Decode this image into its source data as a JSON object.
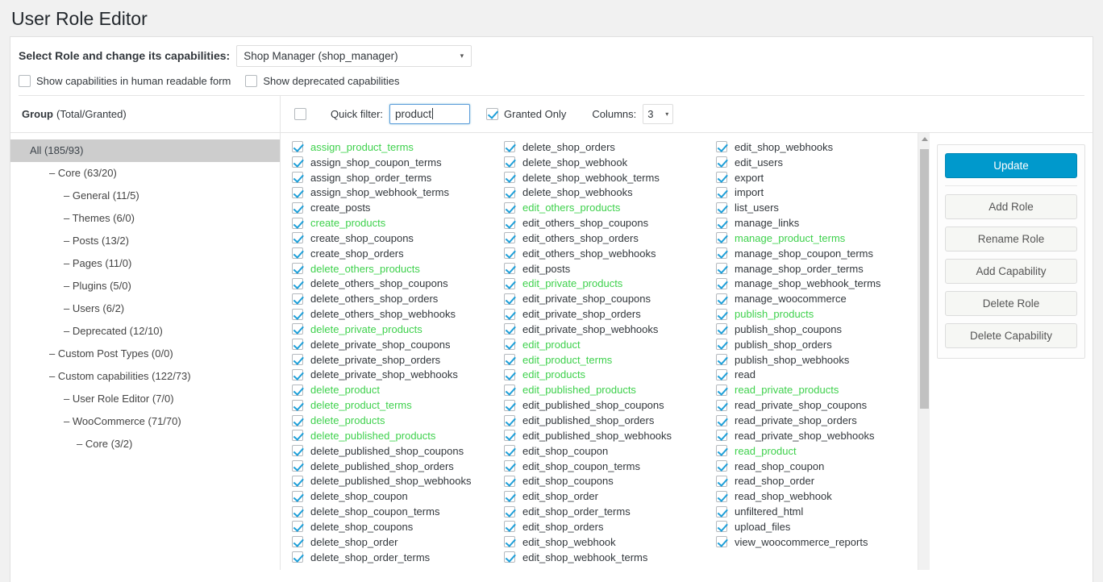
{
  "page": {
    "title": "User Role Editor"
  },
  "role": {
    "label": "Select Role and change its capabilities:",
    "selected": "Shop Manager (shop_manager)",
    "caret": "▾"
  },
  "options": [
    {
      "name": "show-human-readable",
      "label": "Show capabilities in human readable form",
      "checked": false
    },
    {
      "name": "show-deprecated",
      "label": "Show deprecated capabilities",
      "checked": false
    }
  ],
  "group_header": {
    "title": "Group",
    "subtitle": "(Total/Granted)"
  },
  "toolbar": {
    "select_all_checked": false,
    "quick_filter_label": "Quick filter:",
    "quick_filter_value": "product",
    "quick_filter_placeholder": "",
    "granted_only_label": "Granted Only",
    "granted_only_checked": true,
    "columns_label": "Columns:",
    "columns_value": "3",
    "columns_caret": "▾"
  },
  "tree": [
    {
      "label": "All (185/93)",
      "level": 0,
      "selected": true,
      "dash": false
    },
    {
      "label": "Core (63/20)",
      "level": 1,
      "selected": false,
      "dash": true
    },
    {
      "label": "General (11/5)",
      "level": 2,
      "selected": false,
      "dash": true
    },
    {
      "label": "Themes (6/0)",
      "level": 2,
      "selected": false,
      "dash": true
    },
    {
      "label": "Posts (13/2)",
      "level": 2,
      "selected": false,
      "dash": true
    },
    {
      "label": "Pages (11/0)",
      "level": 2,
      "selected": false,
      "dash": true
    },
    {
      "label": "Plugins (5/0)",
      "level": 2,
      "selected": false,
      "dash": true
    },
    {
      "label": "Users (6/2)",
      "level": 2,
      "selected": false,
      "dash": true
    },
    {
      "label": "Deprecated (12/10)",
      "level": 2,
      "selected": false,
      "dash": true
    },
    {
      "label": "Custom Post Types (0/0)",
      "level": 1,
      "selected": false,
      "dash": true
    },
    {
      "label": "Custom capabilities (122/73)",
      "level": 1,
      "selected": false,
      "dash": true
    },
    {
      "label": "User Role Editor (7/0)",
      "level": 2,
      "selected": false,
      "dash": true
    },
    {
      "label": "WooCommerce (71/70)",
      "level": 2,
      "selected": false,
      "dash": true
    },
    {
      "label": "Core (3/2)",
      "level": 3,
      "selected": false,
      "dash": true
    }
  ],
  "capabilities": {
    "columns": [
      [
        {
          "name": "assign_product_terms",
          "checked": true,
          "highlight": true
        },
        {
          "name": "assign_shop_coupon_terms",
          "checked": true,
          "highlight": false
        },
        {
          "name": "assign_shop_order_terms",
          "checked": true,
          "highlight": false
        },
        {
          "name": "assign_shop_webhook_terms",
          "checked": true,
          "highlight": false
        },
        {
          "name": "create_posts",
          "checked": true,
          "highlight": false
        },
        {
          "name": "create_products",
          "checked": true,
          "highlight": true
        },
        {
          "name": "create_shop_coupons",
          "checked": true,
          "highlight": false
        },
        {
          "name": "create_shop_orders",
          "checked": true,
          "highlight": false
        },
        {
          "name": "delete_others_products",
          "checked": true,
          "highlight": true
        },
        {
          "name": "delete_others_shop_coupons",
          "checked": true,
          "highlight": false
        },
        {
          "name": "delete_others_shop_orders",
          "checked": true,
          "highlight": false
        },
        {
          "name": "delete_others_shop_webhooks",
          "checked": true,
          "highlight": false
        },
        {
          "name": "delete_private_products",
          "checked": true,
          "highlight": true
        },
        {
          "name": "delete_private_shop_coupons",
          "checked": true,
          "highlight": false
        },
        {
          "name": "delete_private_shop_orders",
          "checked": true,
          "highlight": false
        },
        {
          "name": "delete_private_shop_webhooks",
          "checked": true,
          "highlight": false
        },
        {
          "name": "delete_product",
          "checked": true,
          "highlight": true
        },
        {
          "name": "delete_product_terms",
          "checked": true,
          "highlight": true
        },
        {
          "name": "delete_products",
          "checked": true,
          "highlight": true
        },
        {
          "name": "delete_published_products",
          "checked": true,
          "highlight": true
        },
        {
          "name": "delete_published_shop_coupons",
          "checked": true,
          "highlight": false
        },
        {
          "name": "delete_published_shop_orders",
          "checked": true,
          "highlight": false
        },
        {
          "name": "delete_published_shop_webhooks",
          "checked": true,
          "highlight": false
        },
        {
          "name": "delete_shop_coupon",
          "checked": true,
          "highlight": false
        },
        {
          "name": "delete_shop_coupon_terms",
          "checked": true,
          "highlight": false
        },
        {
          "name": "delete_shop_coupons",
          "checked": true,
          "highlight": false
        },
        {
          "name": "delete_shop_order",
          "checked": true,
          "highlight": false
        },
        {
          "name": "delete_shop_order_terms",
          "checked": true,
          "highlight": false
        }
      ],
      [
        {
          "name": "delete_shop_orders",
          "checked": true,
          "highlight": false
        },
        {
          "name": "delete_shop_webhook",
          "checked": true,
          "highlight": false
        },
        {
          "name": "delete_shop_webhook_terms",
          "checked": true,
          "highlight": false
        },
        {
          "name": "delete_shop_webhooks",
          "checked": true,
          "highlight": false
        },
        {
          "name": "edit_others_products",
          "checked": true,
          "highlight": true
        },
        {
          "name": "edit_others_shop_coupons",
          "checked": true,
          "highlight": false
        },
        {
          "name": "edit_others_shop_orders",
          "checked": true,
          "highlight": false
        },
        {
          "name": "edit_others_shop_webhooks",
          "checked": true,
          "highlight": false
        },
        {
          "name": "edit_posts",
          "checked": true,
          "highlight": false
        },
        {
          "name": "edit_private_products",
          "checked": true,
          "highlight": true
        },
        {
          "name": "edit_private_shop_coupons",
          "checked": true,
          "highlight": false
        },
        {
          "name": "edit_private_shop_orders",
          "checked": true,
          "highlight": false
        },
        {
          "name": "edit_private_shop_webhooks",
          "checked": true,
          "highlight": false
        },
        {
          "name": "edit_product",
          "checked": true,
          "highlight": true
        },
        {
          "name": "edit_product_terms",
          "checked": true,
          "highlight": true
        },
        {
          "name": "edit_products",
          "checked": true,
          "highlight": true
        },
        {
          "name": "edit_published_products",
          "checked": true,
          "highlight": true
        },
        {
          "name": "edit_published_shop_coupons",
          "checked": true,
          "highlight": false
        },
        {
          "name": "edit_published_shop_orders",
          "checked": true,
          "highlight": false
        },
        {
          "name": "edit_published_shop_webhooks",
          "checked": true,
          "highlight": false
        },
        {
          "name": "edit_shop_coupon",
          "checked": true,
          "highlight": false
        },
        {
          "name": "edit_shop_coupon_terms",
          "checked": true,
          "highlight": false
        },
        {
          "name": "edit_shop_coupons",
          "checked": true,
          "highlight": false
        },
        {
          "name": "edit_shop_order",
          "checked": true,
          "highlight": false
        },
        {
          "name": "edit_shop_order_terms",
          "checked": true,
          "highlight": false
        },
        {
          "name": "edit_shop_orders",
          "checked": true,
          "highlight": false
        },
        {
          "name": "edit_shop_webhook",
          "checked": true,
          "highlight": false
        },
        {
          "name": "edit_shop_webhook_terms",
          "checked": true,
          "highlight": false
        }
      ],
      [
        {
          "name": "edit_shop_webhooks",
          "checked": true,
          "highlight": false
        },
        {
          "name": "edit_users",
          "checked": true,
          "highlight": false
        },
        {
          "name": "export",
          "checked": true,
          "highlight": false
        },
        {
          "name": "import",
          "checked": true,
          "highlight": false
        },
        {
          "name": "list_users",
          "checked": true,
          "highlight": false
        },
        {
          "name": "manage_links",
          "checked": true,
          "highlight": false
        },
        {
          "name": "manage_product_terms",
          "checked": true,
          "highlight": true
        },
        {
          "name": "manage_shop_coupon_terms",
          "checked": true,
          "highlight": false
        },
        {
          "name": "manage_shop_order_terms",
          "checked": true,
          "highlight": false
        },
        {
          "name": "manage_shop_webhook_terms",
          "checked": true,
          "highlight": false
        },
        {
          "name": "manage_woocommerce",
          "checked": true,
          "highlight": false
        },
        {
          "name": "publish_products",
          "checked": true,
          "highlight": true
        },
        {
          "name": "publish_shop_coupons",
          "checked": true,
          "highlight": false
        },
        {
          "name": "publish_shop_orders",
          "checked": true,
          "highlight": false
        },
        {
          "name": "publish_shop_webhooks",
          "checked": true,
          "highlight": false
        },
        {
          "name": "read",
          "checked": true,
          "highlight": false
        },
        {
          "name": "read_private_products",
          "checked": true,
          "highlight": true
        },
        {
          "name": "read_private_shop_coupons",
          "checked": true,
          "highlight": false
        },
        {
          "name": "read_private_shop_orders",
          "checked": true,
          "highlight": false
        },
        {
          "name": "read_private_shop_webhooks",
          "checked": true,
          "highlight": false
        },
        {
          "name": "read_product",
          "checked": true,
          "highlight": true
        },
        {
          "name": "read_shop_coupon",
          "checked": true,
          "highlight": false
        },
        {
          "name": "read_shop_order",
          "checked": true,
          "highlight": false
        },
        {
          "name": "read_shop_webhook",
          "checked": true,
          "highlight": false
        },
        {
          "name": "unfiltered_html",
          "checked": true,
          "highlight": false
        },
        {
          "name": "upload_files",
          "checked": true,
          "highlight": false
        },
        {
          "name": "view_woocommerce_reports",
          "checked": true,
          "highlight": false
        }
      ]
    ]
  },
  "buttons": {
    "primary": {
      "label": "Update"
    },
    "secondary": [
      {
        "label": "Add Role"
      },
      {
        "label": "Rename Role"
      },
      {
        "label": "Add Capability"
      },
      {
        "label": "Delete Role"
      },
      {
        "label": "Delete Capability"
      }
    ]
  },
  "colors": {
    "accent": "#0099cc",
    "highlight_green": "#3ed14c",
    "checkbox_blue": "#1e9fd8",
    "tree_selected_bg": "#cdcdcd"
  }
}
